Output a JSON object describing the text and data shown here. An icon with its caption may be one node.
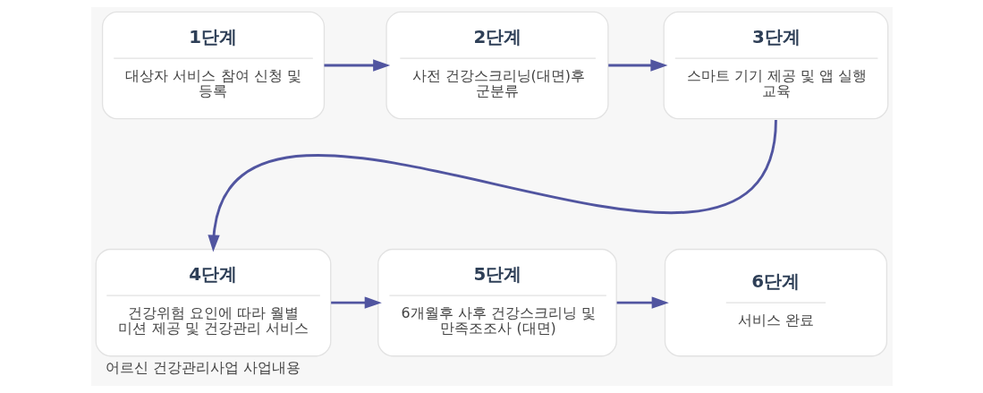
{
  "diagram": {
    "caption": "어르신 건강관리사업 사업내용",
    "nodes": [
      {
        "text": [
          "1단계",
          "대상자 서비스 참여 신청 및 등록"
        ]
      },
      {
        "text": [
          "2단계",
          "사전 건강스크리닝(대면)후 군분류"
        ]
      },
      {
        "text": [
          "3단계",
          "스마트 기기 제공 및 앱 실행 교육"
        ]
      },
      {
        "text": [
          "4단계",
          "건강위험 요인에 따라 월별 미션 제공 및 건강관리 서비스"
        ]
      },
      {
        "text": [
          "5단계",
          "6개월후 사후 건강스크리닝 및 만족조조사 (대면)"
        ]
      },
      {
        "text": [
          "6단계",
          "서비스 완료"
        ]
      }
    ],
    "edges": [
      {
        "from": 0,
        "to": 1,
        "arrow": "to"
      },
      {
        "from": 1,
        "to": 2,
        "arrow": "to"
      },
      {
        "from": 2,
        "to": 3,
        "arrow": "to"
      },
      {
        "from": 3,
        "to": 4,
        "arrow": "to"
      },
      {
        "from": 4,
        "to": 5,
        "arrow": "to"
      }
    ]
  }
}
